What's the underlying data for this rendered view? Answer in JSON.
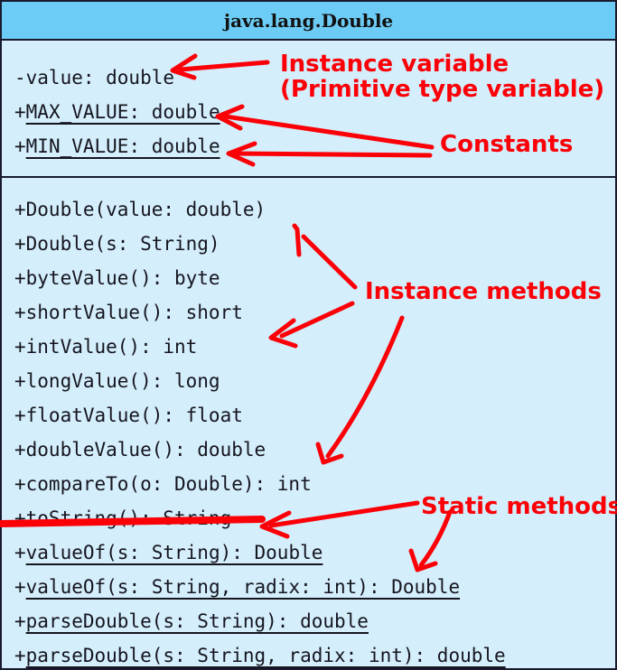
{
  "diagram": {
    "kind": "uml-class-diagram",
    "class_name": "java.lang.Double",
    "colors": {
      "header_fill": "#6dccf5",
      "body_fill": "#d4eefb",
      "border": "#1a1a2e",
      "annotation_red": "#fb0007",
      "text": "#15151f"
    },
    "attributes": [
      {
        "text": "-value: double",
        "visibility": "private",
        "static": false
      },
      {
        "text": "+MAX_VALUE: double",
        "visibility": "public",
        "static": true
      },
      {
        "text": "+MIN_VALUE: double",
        "visibility": "public",
        "static": true
      }
    ],
    "methods": [
      {
        "text": "+Double(value: double)",
        "visibility": "public",
        "static": false
      },
      {
        "text": "+Double(s: String)",
        "visibility": "public",
        "static": false
      },
      {
        "text": "+byteValue(): byte",
        "visibility": "public",
        "static": false
      },
      {
        "text": "+shortValue(): short",
        "visibility": "public",
        "static": false
      },
      {
        "text": "+intValue(): int",
        "visibility": "public",
        "static": false
      },
      {
        "text": "+longValue(): long",
        "visibility": "public",
        "static": false
      },
      {
        "text": "+floatValue(): float",
        "visibility": "public",
        "static": false
      },
      {
        "text": "+doubleValue(): double",
        "visibility": "public",
        "static": false
      },
      {
        "text": "+compareTo(o: Double): int",
        "visibility": "public",
        "static": false
      },
      {
        "text": "+toString(): String",
        "visibility": "public",
        "static": false
      },
      {
        "text": "+valueOf(s: String): Double",
        "visibility": "public",
        "static": true
      },
      {
        "text": "+valueOf(s: String, radix: int): Double",
        "visibility": "public",
        "static": true
      },
      {
        "text": "+parseDouble(s: String): double",
        "visibility": "public",
        "static": true
      },
      {
        "text": "+parseDouble(s: String, radix: int): double",
        "visibility": "public",
        "static": true
      }
    ],
    "annotations": [
      {
        "id": "instance-variable",
        "line1": "Instance variable",
        "line2": "(Primitive type variable)"
      },
      {
        "id": "constants",
        "line1": "Constants",
        "line2": ""
      },
      {
        "id": "instance-methods",
        "line1": "Instance methods",
        "line2": ""
      },
      {
        "id": "static-methods",
        "line1": "Static methods",
        "line2": ""
      }
    ]
  }
}
